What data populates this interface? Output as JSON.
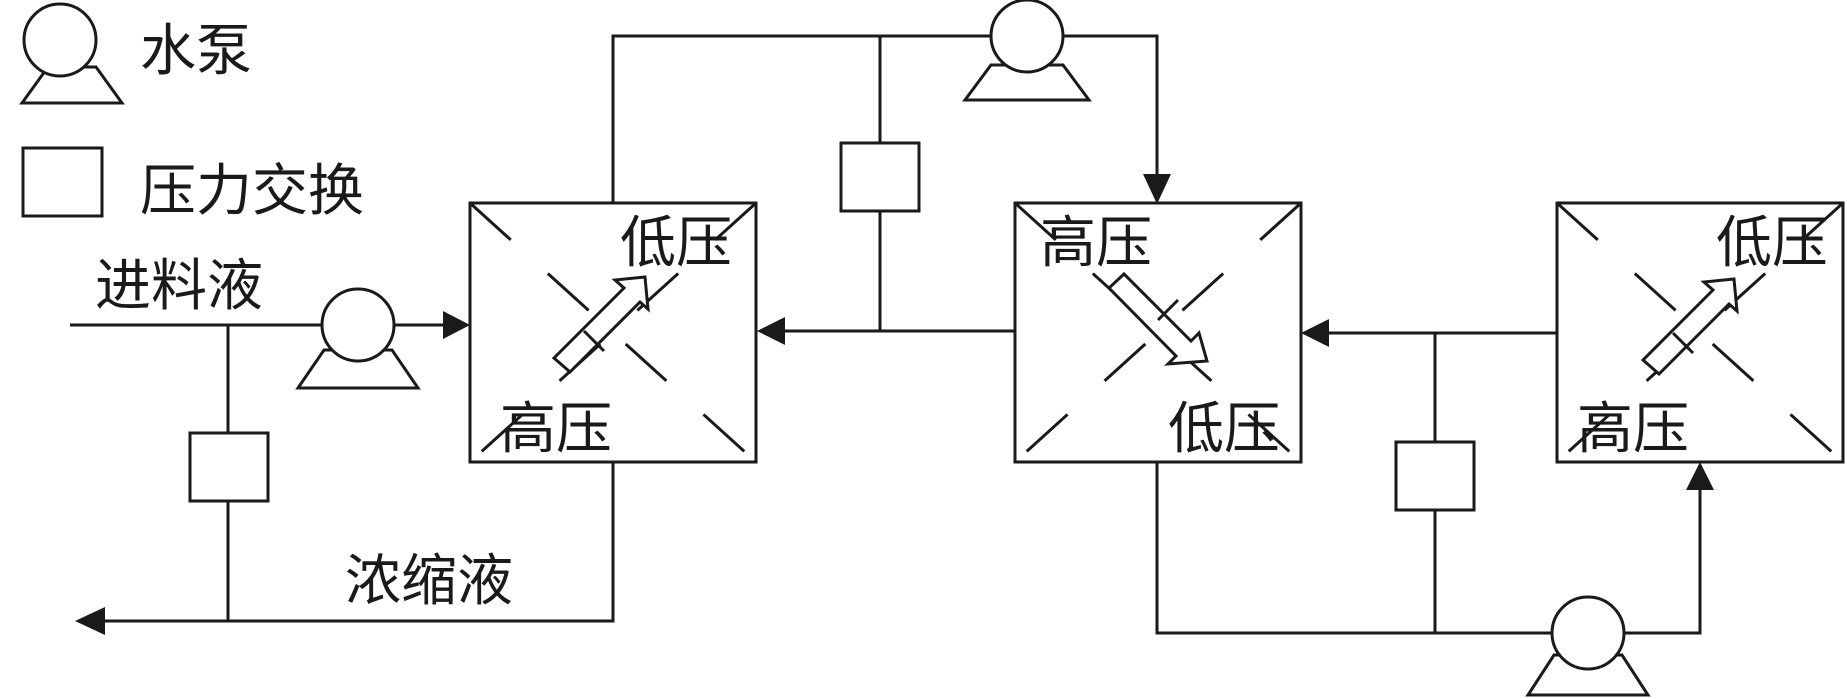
{
  "legend": {
    "pump_label": "水泵",
    "exchange_label": "压力交换"
  },
  "flows": {
    "feed_label": "进料液",
    "concentrate_label": "浓缩液"
  },
  "vessels": [
    {
      "high_label": "高压",
      "low_label": "低压"
    },
    {
      "high_label": "高压",
      "low_label": "低压"
    },
    {
      "high_label": "高压",
      "low_label": "低压"
    }
  ],
  "colors": {
    "line": "#1a1a1a",
    "background": "#ffffff"
  }
}
